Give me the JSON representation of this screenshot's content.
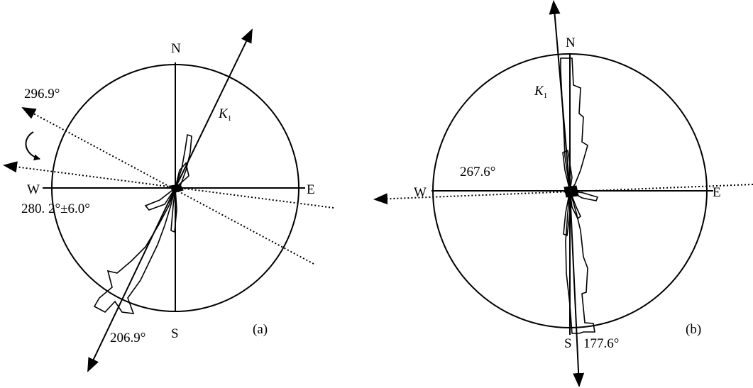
{
  "panels": [
    {
      "id": "a",
      "caption": "(a)",
      "compass": {
        "N": "N",
        "S": "S",
        "E": "E",
        "W": "W"
      },
      "k1_symbol": "K",
      "k1_subscript": "1",
      "angles": {
        "dotted_upper": "296.9°",
        "mean": "280. 2°±6.0°",
        "k1_tail": "206.9°"
      },
      "k1_azimuth_deg": 206.9,
      "dotted_azimuths_deg": [
        296.9,
        280.2
      ]
    },
    {
      "id": "b",
      "caption": "(b)",
      "compass": {
        "N": "N",
        "S": "S",
        "E": "E",
        "W": "W"
      },
      "k1_symbol": "K",
      "k1_subscript": "1",
      "angles": {
        "dotted": "267.6°",
        "k1_tail": "177.6°"
      },
      "k1_azimuth_deg": 177.6,
      "dotted_azimuths_deg": [
        267.6
      ]
    }
  ]
}
